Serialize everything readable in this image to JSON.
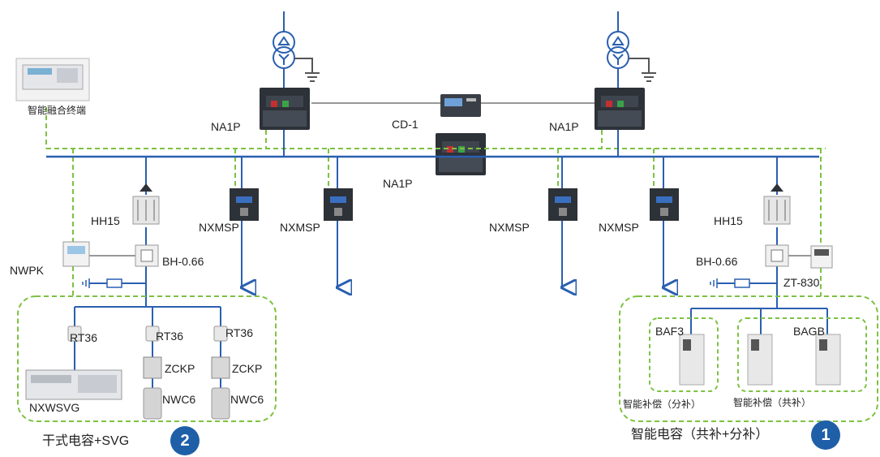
{
  "terminal": {
    "label": "智能融合终端"
  },
  "left_incomer": {
    "label": "NA1P"
  },
  "right_incomer": {
    "label": "NA1P"
  },
  "tie_breaker": {
    "label": "NA1P"
  },
  "controller": {
    "label": "CD-1"
  },
  "feeders": [
    "NXMSP",
    "NXMSP",
    "NXMSP",
    "NXMSP"
  ],
  "left_branch": {
    "switch_label": "HH15",
    "ct_label": "BH-0.66",
    "monitor_label": "NWPK",
    "fuse_labels": [
      "RT36",
      "RT36",
      "RT36"
    ],
    "contactor_labels": [
      "ZCKP",
      "ZCKP"
    ],
    "capacitor_labels": [
      "NWC6",
      "NWC6"
    ],
    "svg_label": "NXWSVG",
    "caption": "干式电容+SVG",
    "badge": "2"
  },
  "right_branch": {
    "switch_label": "HH15",
    "ct_label": "BH-0.66",
    "controller_label": "ZT-830",
    "group_common_label": "BAGB",
    "group_split_label": "BAF3",
    "common_caption": "智能补偿（共补）",
    "split_caption": "智能补偿（分补）",
    "caption": "智能电容（共补+分补）",
    "badge": "1"
  },
  "colors": {
    "bus": "#2a5fb0",
    "comm": "#7cc242",
    "wire": "#777777",
    "device_dark": "#2d3138"
  }
}
